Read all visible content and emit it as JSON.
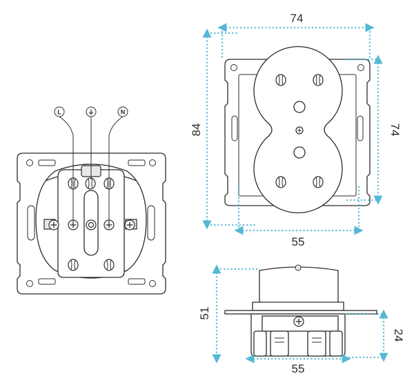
{
  "terminal_labels": {
    "live": "L",
    "earth": "⏚",
    "neutral": "N"
  },
  "dimensions": {
    "front_width": "74",
    "front_height": "84",
    "socket_height": "74",
    "socket_width": "55",
    "side_height": "51",
    "side_depth": "24",
    "side_width": "55"
  },
  "colors": {
    "line": "#2b2b2b",
    "dimension": "#55b8d6",
    "fill_light": "#e8e8e8"
  }
}
